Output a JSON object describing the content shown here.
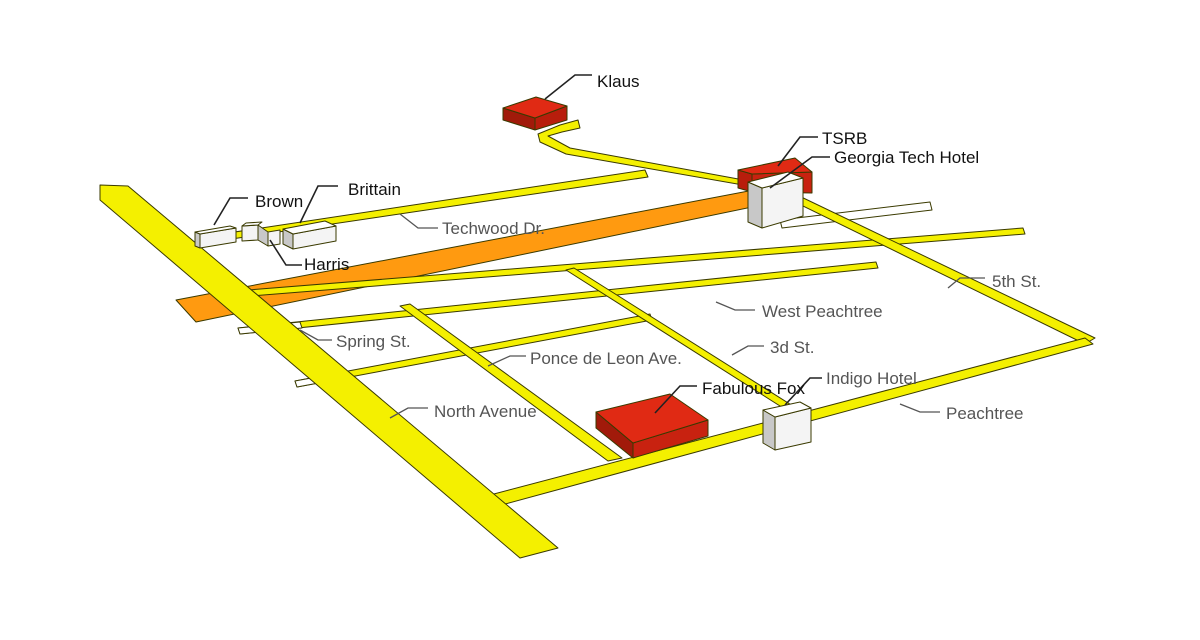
{
  "colors": {
    "road_yellow": "#f4f000",
    "road_orange": "#ff9a10",
    "building_red": "#e02a14",
    "building_red_side": "#a11a0a",
    "building_white": "#f4f4f4",
    "building_gray": "#c8c8c8"
  },
  "streets": {
    "techwood": "Techwood Dr.",
    "fifth": "5th St.",
    "west_peachtree": "West Peachtree",
    "spring": "Spring St.",
    "third": "3d St.",
    "ponce": "Ponce de Leon Ave.",
    "north_avenue": "North Avenue",
    "peachtree": "Peachtree"
  },
  "buildings": {
    "klaus": "Klaus",
    "tsrb": "TSRB",
    "georgia_tech_hotel": "Georgia Tech Hotel",
    "brown": "Brown",
    "brittain": "Brittain",
    "harris": "Harris",
    "fabulous_fox": "Fabulous Fox",
    "indigo_hotel": "Indigo Hotel"
  }
}
